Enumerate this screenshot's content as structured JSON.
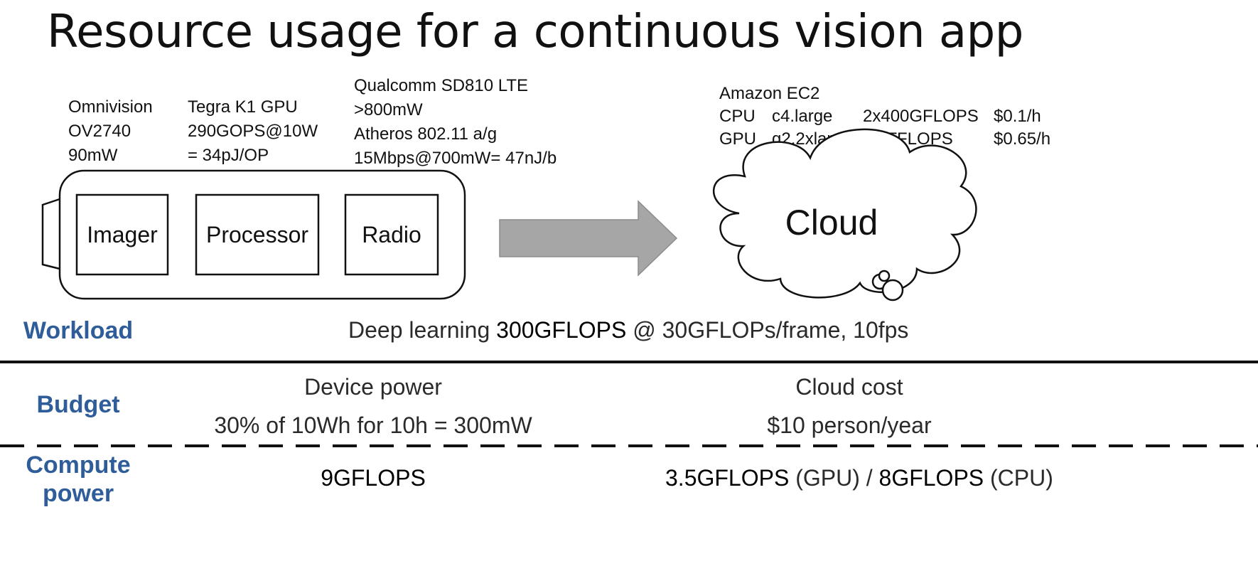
{
  "title": "Resource usage for a continuous vision app",
  "specs": {
    "imager": [
      "Omnivision",
      "OV2740",
      "90mW"
    ],
    "processor": [
      "Tegra K1 GPU",
      "290GOPS@10W",
      "= 34pJ/OP"
    ],
    "radio": [
      "Qualcomm SD810 LTE",
      ">800mW",
      "Atheros 802.11 a/g",
      "15Mbps@700mW= 47nJ/b"
    ],
    "cloud_heading": "Amazon EC2",
    "cloud_rows": [
      {
        "kind": "CPU",
        "instance": "c4.large",
        "perf": "2x400GFLOPS",
        "price": "$0.1/h"
      },
      {
        "kind": "GPU",
        "instance": "g2.2xlarge",
        "perf": "2.3TFLOPS",
        "price": "$0.65/h"
      }
    ]
  },
  "diagram": {
    "imager": "Imager",
    "processor": "Processor",
    "radio": "Radio",
    "cloud": "Cloud",
    "arrow_color": "#a6a6a6",
    "arrow_stroke": "#8c8c8c"
  },
  "workload": {
    "label": "Workload",
    "prefix": "Deep learning ",
    "highlight": "300GFLOPS",
    "suffix": " @ 30GFLOPs/frame, 10fps"
  },
  "budget": {
    "label": "Budget",
    "device_heading": "Device power",
    "device_value": "30% of 10Wh for 10h = 300mW",
    "cloud_heading": "Cloud cost",
    "cloud_value": "$10 person/year"
  },
  "compute": {
    "label_line1": "Compute",
    "label_line2": "power",
    "device_value": "9GFLOPS",
    "cloud_gpu_value": "3.5GFLOPS",
    "cloud_gpu_note": " (GPU) / ",
    "cloud_cpu_value": "8GFLOPS",
    "cloud_cpu_note": " (CPU)"
  },
  "colors": {
    "label_blue": "#2f5d9a"
  }
}
